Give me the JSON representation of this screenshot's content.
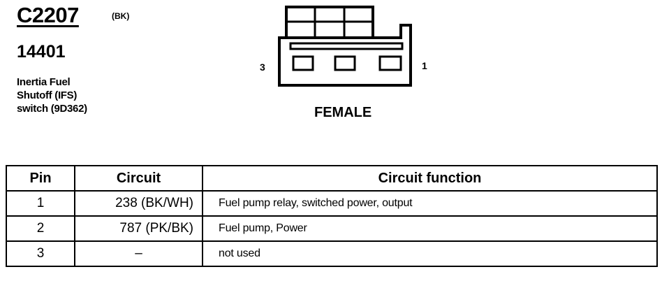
{
  "connector": {
    "id": "C2207",
    "color_code": "(BK)",
    "part_number": "14401",
    "description_lines": [
      "Inertia Fuel",
      "Shutoff (IFS)",
      "switch (9D362)"
    ],
    "pin_label_left": "3",
    "pin_label_right": "1",
    "gender": "FEMALE"
  },
  "table": {
    "headers": [
      "Pin",
      "Circuit",
      "Circuit function"
    ],
    "rows": [
      {
        "pin": "1",
        "circuit": "238 (BK/WH)",
        "function": "Fuel pump relay, switched power, output"
      },
      {
        "pin": "2",
        "circuit": "787 (PK/BK)",
        "function": "Fuel pump, Power"
      },
      {
        "pin": "3",
        "circuit": "–",
        "function": "not used"
      }
    ]
  }
}
